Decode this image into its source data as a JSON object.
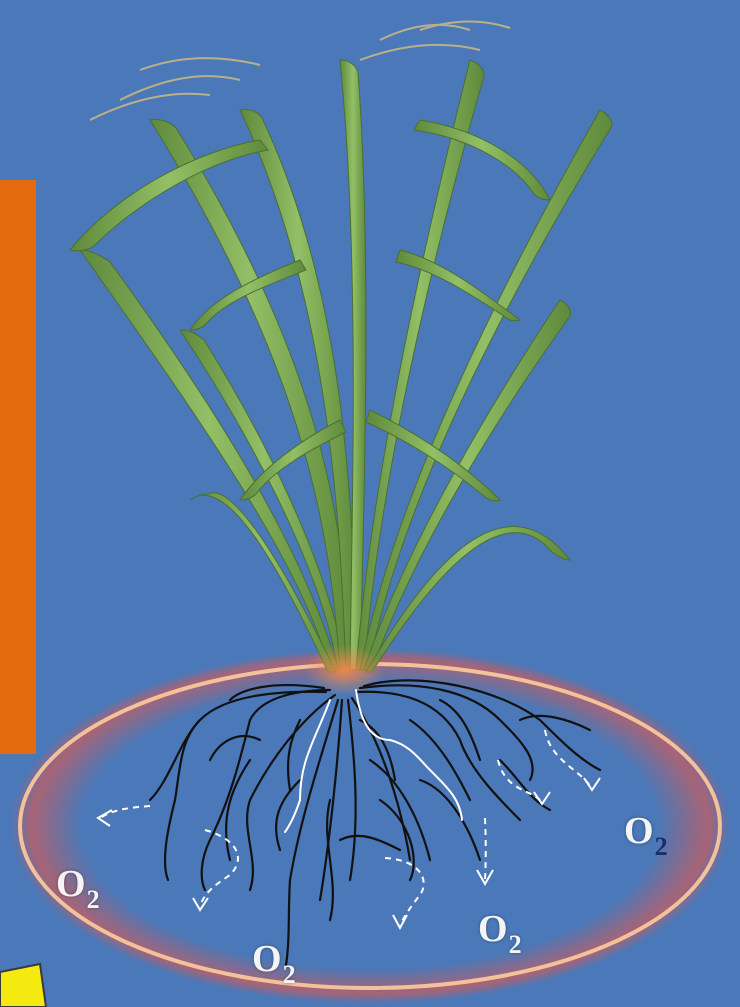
{
  "colors": {
    "background": "#4a78b8",
    "side_panel": "#e36a0e",
    "callout": "#f5ea10",
    "zone_ring": "#f3c29b",
    "zone_glow": "#b8606a",
    "leaf_green": "#79a753",
    "root_line": "#111111",
    "diffusion_arrow": "#ffffff",
    "o2_text": "#f4f4f4",
    "o2_subscript_dark": "#1b2f66"
  },
  "labels": [
    {
      "id": "o2-right",
      "element": "O",
      "subscript": "2"
    },
    {
      "id": "o2-left",
      "element": "O",
      "subscript": "2"
    },
    {
      "id": "o2-lower-right",
      "element": "O",
      "subscript": "2"
    },
    {
      "id": "o2-bottom",
      "element": "O",
      "subscript": "2"
    }
  ]
}
